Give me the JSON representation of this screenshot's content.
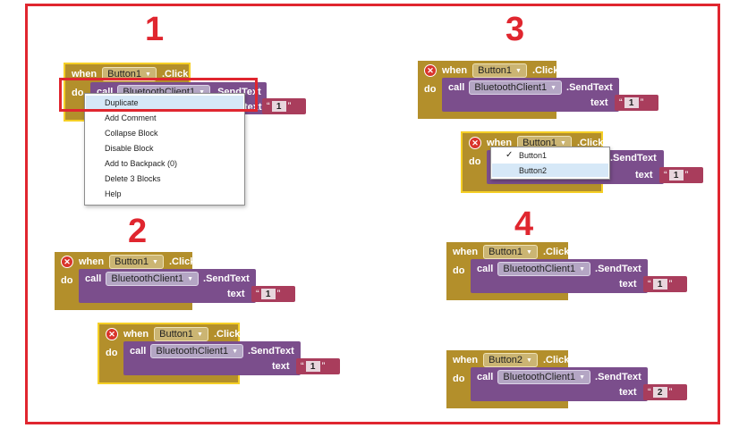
{
  "steps": {
    "s1": "1",
    "s2": "2",
    "s3": "3",
    "s4": "4"
  },
  "labels": {
    "when": "when",
    "click": ".Click",
    "do": "do",
    "call": "call",
    "send": ".SendText",
    "text": "text",
    "x": "✕",
    "arrow": "▼",
    "q_open": "“",
    "q_close": "”",
    "check": "✓"
  },
  "components": {
    "button1": "Button1",
    "button2": "Button2",
    "bt": "BluetoothClient1"
  },
  "values": {
    "one": "1",
    "two": "2"
  },
  "context_menu": [
    "Duplicate",
    "Add Comment",
    "Collapse Block",
    "Disable Block",
    "Add to Backpack (0)",
    "Delete 3 Blocks",
    "Help"
  ],
  "dropdown_options": [
    "Button1",
    "Button2"
  ],
  "colors": {
    "event": "#b38f2b",
    "method": "#7b4e8c",
    "string": "#a93d5c",
    "highlight": "#e0262f",
    "selected": "#f5cf26"
  }
}
